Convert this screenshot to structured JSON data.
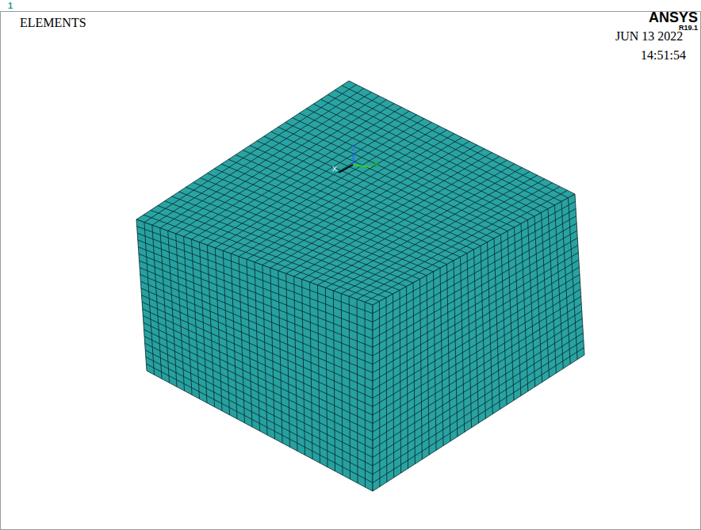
{
  "diagram": {
    "labels": [
      "1",
      "ELEMENTS",
      "ANSYS",
      "R19.1",
      "JUN 13 2022",
      "14:51:54",
      "Z",
      "Y",
      "X"
    ]
  }
}
